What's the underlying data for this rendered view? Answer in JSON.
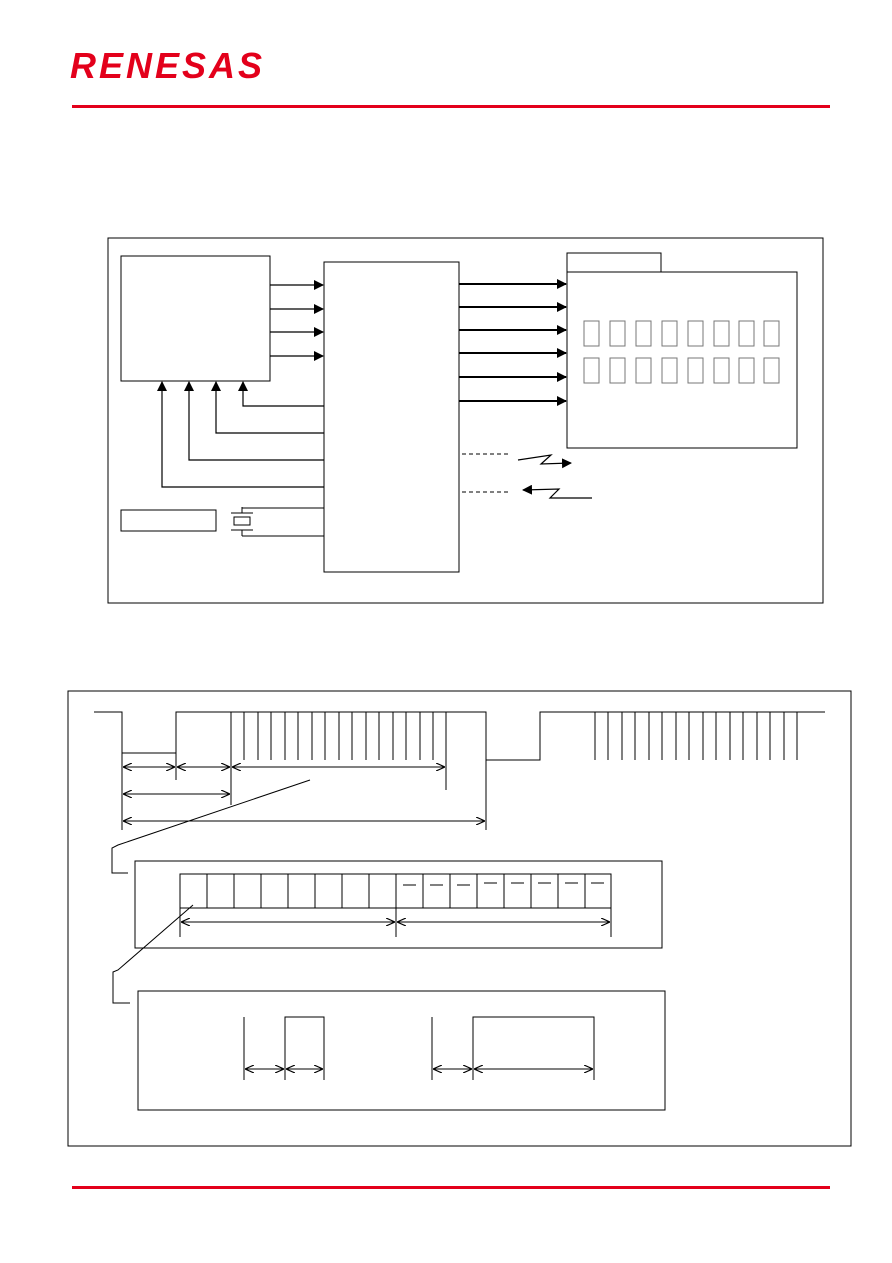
{
  "header": {
    "logo_text": "RENESAS",
    "brand_color": "#e3001b"
  },
  "diagrams": {
    "block_diagram": {
      "display_segments_per_row": 8,
      "display_rows": 2,
      "output_lines_left_block": 4,
      "output_lines_to_display": 6,
      "feedback_lines": 4
    },
    "timing_diagram": {
      "frame1_pulses": 16,
      "frame2_pulses": 16,
      "bit_cells_plain": 8,
      "bit_cells_inverted": 8
    }
  }
}
